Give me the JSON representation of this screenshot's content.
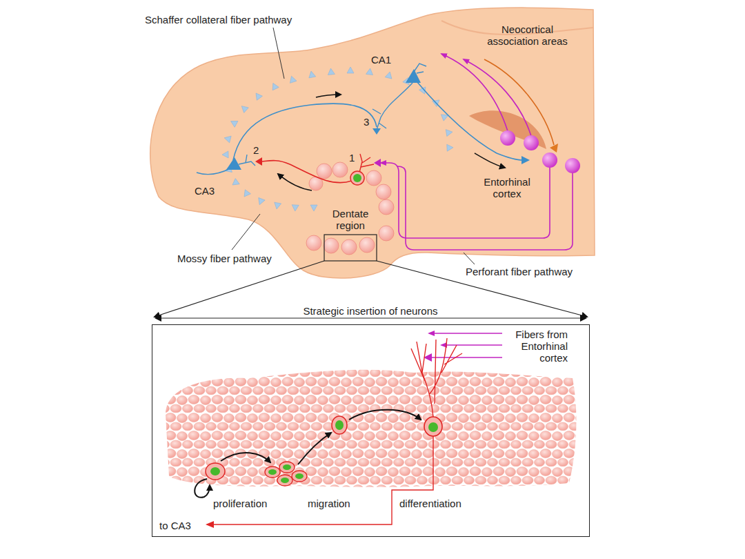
{
  "diagram": {
    "nodes": [
      {
        "text": [
          "Strategic insertion of neurons",
          "Fibers from Entorhinal cortex",
          "proliferation",
          "migration",
          "differentiation",
          "to CA3"
        ]
      }
    ],
    "labels": [
      "Schaffer collateral fiber pathway",
      "CA1",
      "Neocortical association areas",
      "3",
      "2",
      "1",
      "CA3",
      "Entorhinal cortex",
      "Dentate region",
      "Mossy fiber pathway",
      "Perforant fiber pathway"
    ]
  }
}
